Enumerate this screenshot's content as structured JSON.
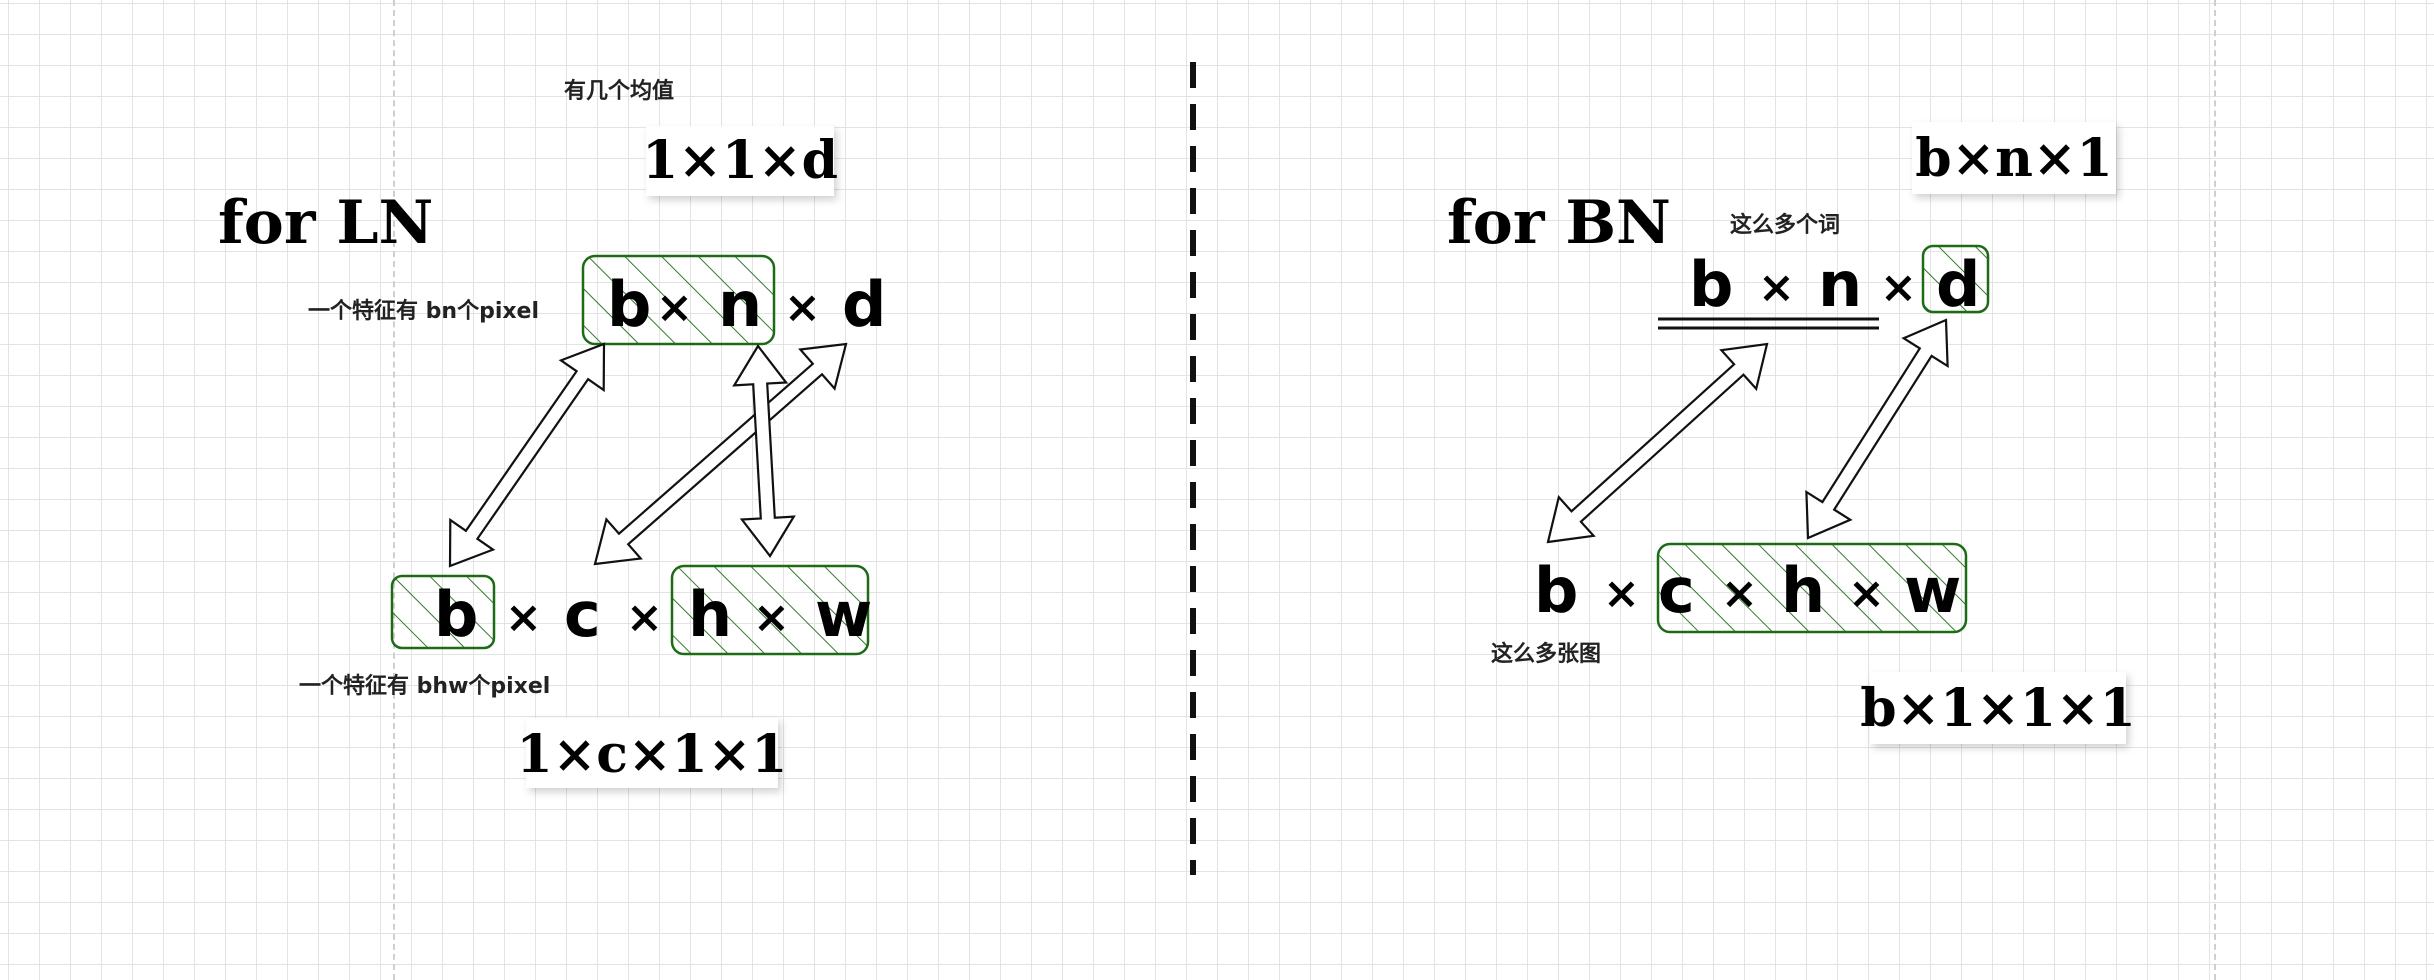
{
  "ln": {
    "title": "for LN",
    "mean_count_note": "有几个均值",
    "mean_shape": "1×1×d",
    "feature_note_bn": "一个特征有 bn个pixel",
    "feature_note_bhw": "一个特征有 bhw个pixel",
    "bottom_shape": "1×c×1×1",
    "top_expr": [
      "b",
      "×",
      "n",
      "×",
      "d"
    ],
    "bottom_expr": [
      "b",
      "×",
      "c",
      "×",
      "h",
      "×",
      "w"
    ]
  },
  "bn": {
    "title": "for BN",
    "words_note": "这么多个词",
    "mean_shape": "b×n×1",
    "images_note": "这么多张图",
    "bottom_shape": "b×1×1×1",
    "top_expr": [
      "b",
      "×",
      "n",
      "×",
      "d"
    ],
    "bottom_expr": [
      "b",
      "×",
      "c",
      "×",
      "h",
      "×",
      "w"
    ]
  },
  "colors": {
    "hatch_green": "#1d6b16",
    "ink": "#000000",
    "grid": "#e3e3e3"
  }
}
